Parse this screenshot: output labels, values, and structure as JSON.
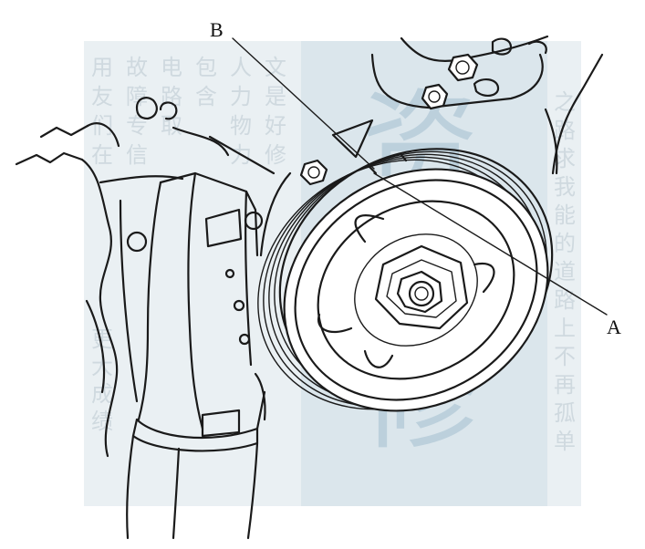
{
  "callouts": {
    "a": "A",
    "b": "B"
  },
  "watermark": {
    "columns": [
      "用友们在",
      "故障专信",
      "电路取",
      "包含",
      "人力物力",
      "文是好修"
    ],
    "glyphs": [
      "资",
      "修"
    ],
    "right_column": "之路求我能的道路上不再孤单",
    "bottom_left": "更大成绩"
  },
  "colors": {
    "line_ink": "#1a1a1a",
    "watermark_panel": "#dfe8ed",
    "watermark_band": "#d3e0e8"
  }
}
